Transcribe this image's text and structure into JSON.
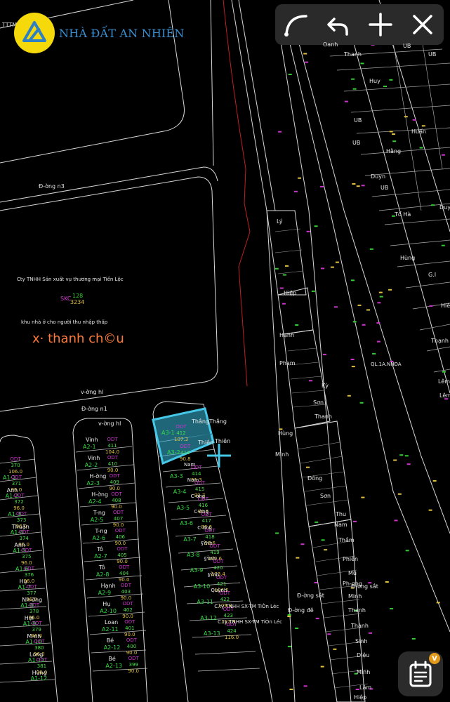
{
  "brand": {
    "name": "NHÀ ĐẤT AN NHIÊN",
    "top_left_code": "TTTM"
  },
  "toolbar": {
    "buttons": [
      {
        "name": "draw-curve-button",
        "icon": "curve-icon"
      },
      {
        "name": "undo-button",
        "icon": "undo-icon"
      },
      {
        "name": "add-point-button",
        "icon": "plus-icon"
      },
      {
        "name": "close-button",
        "icon": "close-icon"
      }
    ]
  },
  "fab": {
    "icon": "calendar-notes-icon",
    "badge": "V"
  },
  "company": {
    "name": "Cty TNHH Sản xuất vụ thương mại Tiền Lộc",
    "code": "SKC",
    "parcel": "128",
    "area": "3234",
    "note": "khu nhà ở cho người thu nhập thấp",
    "watermark": "x· thanh ch©u"
  },
  "roads": {
    "top": "Đ-ờng n3",
    "mid": "Đ-ờng n1",
    "south1": "v-ờng hl",
    "south2": "v-ờng hl",
    "ql": "QL.1A.NHĐA",
    "right1": "Đ-ờng sắt",
    "right2": "Đ-ờng sắt",
    "right3": "Đ-ờng đê"
  },
  "selection": {
    "owner1": "Thắng",
    "owner2": "Thiên"
  },
  "blocks": [
    {
      "id": "A3-1",
      "type": "ODT",
      "no": "412",
      "area": "107.3",
      "owner": "Thắng"
    },
    {
      "id": "A3-2",
      "type": "ODT",
      "no": "413",
      "area": "90.8",
      "owner": "Thiên"
    },
    {
      "id": "A3-3",
      "type": "ODT",
      "no": "414",
      "area": "91.3",
      "owner": "Nam"
    },
    {
      "id": "A3-4",
      "type": "ODT",
      "no": "415",
      "area": "92.7",
      "owner": "Nam"
    },
    {
      "id": "A3-5",
      "type": "ODT",
      "no": "416",
      "area": "94.6",
      "owner": "C-ờng"
    },
    {
      "id": "A3-6",
      "type": "ODT",
      "no": "417",
      "area": "96.6",
      "owner": "C-ờng"
    },
    {
      "id": "A3-7",
      "type": "ODT",
      "no": "418",
      "area": "98.6",
      "owner": "C-ờng"
    },
    {
      "id": "A3-8",
      "type": "ODT",
      "no": "419",
      "area": "100.6",
      "owner": "§Ỳnh"
    },
    {
      "id": "A3-9",
      "type": "ODT",
      "no": "420",
      "area": "103.4",
      "owner": "§Ỳnh"
    },
    {
      "id": "A3-10",
      "type": "ODT",
      "no": "421",
      "area": "106.5",
      "owner": "§Ỳnh"
    },
    {
      "id": "A3-11",
      "type": "ODT",
      "no": "422",
      "area": "109.8",
      "owner": "Quỳnh"
    },
    {
      "id": "A3-12",
      "type": "ODT",
      "no": "423",
      "area": "112.8",
      "owner": "C.ty TNHH SX-TM TiÒn Léc"
    },
    {
      "id": "A3-13",
      "type": "ODT",
      "no": "424",
      "area": "116.0",
      "owner": "C.ty TNHH SX-TM TiÒn Léc"
    }
  ],
  "blocks_a2": [
    {
      "id": "A2-1",
      "no": "411",
      "area": "104.0",
      "owner": "Vinh"
    },
    {
      "id": "A2-2",
      "no": "410",
      "area": "90.0",
      "owner": "Vinh"
    },
    {
      "id": "A2-3",
      "no": "409",
      "area": "90.0",
      "owner": "H-ờng"
    },
    {
      "id": "A2-4",
      "no": "408",
      "area": "90.0",
      "owner": "H-ờng"
    },
    {
      "id": "A2-5",
      "no": "407",
      "area": "90.0",
      "owner": "T-ng"
    },
    {
      "id": "A2-6",
      "no": "406",
      "area": "90.0",
      "owner": "T-ng"
    },
    {
      "id": "A2-7",
      "no": "405",
      "area": "90.0",
      "owner": "Tô"
    },
    {
      "id": "A2-8",
      "no": "404",
      "area": "90.0",
      "owner": "Tô"
    },
    {
      "id": "A2-9",
      "no": "403",
      "area": "90.0",
      "owner": "Hạnh"
    },
    {
      "id": "A2-10",
      "no": "402",
      "area": "90.0",
      "owner": "Hụ"
    },
    {
      "id": "A2-11",
      "no": "401",
      "area": "90.0",
      "owner": "Loan"
    },
    {
      "id": "A2-12",
      "no": "400",
      "area": "90.0",
      "owner": "Bé"
    },
    {
      "id": "A2-13",
      "no": "399",
      "area": "90.0",
      "owner": "Bé"
    }
  ],
  "blocks_a1": [
    {
      "id": "A1-1",
      "no": "370",
      "area": "106.0",
      "owner": ""
    },
    {
      "id": "A1-2",
      "no": "371",
      "area": "96.0",
      "owner": "Anh"
    },
    {
      "id": "A1-3",
      "no": "372",
      "area": "96.0",
      "owner": ""
    },
    {
      "id": "A1-4",
      "no": "373",
      "area": "96.0",
      "owner": "Thuận"
    },
    {
      "id": "A1-5",
      "no": "374",
      "area": "96.0",
      "owner": "Anh"
    },
    {
      "id": "A1-6",
      "no": "375",
      "area": "96.0",
      "owner": ""
    },
    {
      "id": "A1-7",
      "no": "376",
      "area": "96.0",
      "owner": "Hụ"
    },
    {
      "id": "A1-8",
      "no": "377",
      "area": "96.0",
      "owner": "Nh-ỡng"
    },
    {
      "id": "A1-9",
      "no": "378",
      "area": "96.0",
      "owner": "Hợi"
    },
    {
      "id": "A1-10",
      "no": "379",
      "area": "96.0",
      "owner": "M-nh"
    },
    {
      "id": "A1-11",
      "no": "380",
      "area": "96.0",
      "owner": "Long"
    },
    {
      "id": "A1-12",
      "no": "381",
      "area": "96.0",
      "owner": "Hùng"
    }
  ],
  "right_names": [
    "Lý",
    "Hiệp",
    "Hạnh",
    "Phạm",
    "Kỳ",
    "Sơn",
    "Thanh",
    "Hùng",
    "Minh",
    "Đông",
    "Sơn",
    "Thu",
    "Nam",
    "Thắm",
    "Phiên",
    "Mũ",
    "Ph-ợng",
    "Minh",
    "Thanh",
    "Thành",
    "Sinh",
    "Diệu",
    "Minh",
    "Lâm",
    "Hiệp"
  ],
  "far_right_names": [
    "Oanh",
    "Thanh",
    "UB",
    "UB",
    "Huy",
    "UB",
    "Huấn",
    "UB",
    "Hằng",
    "Duyn",
    "UB",
    "Duy",
    "Tố Hà",
    "Hùng",
    "G.I",
    "Hiền",
    "Thạnh",
    "Lêm",
    "Lêm"
  ]
}
